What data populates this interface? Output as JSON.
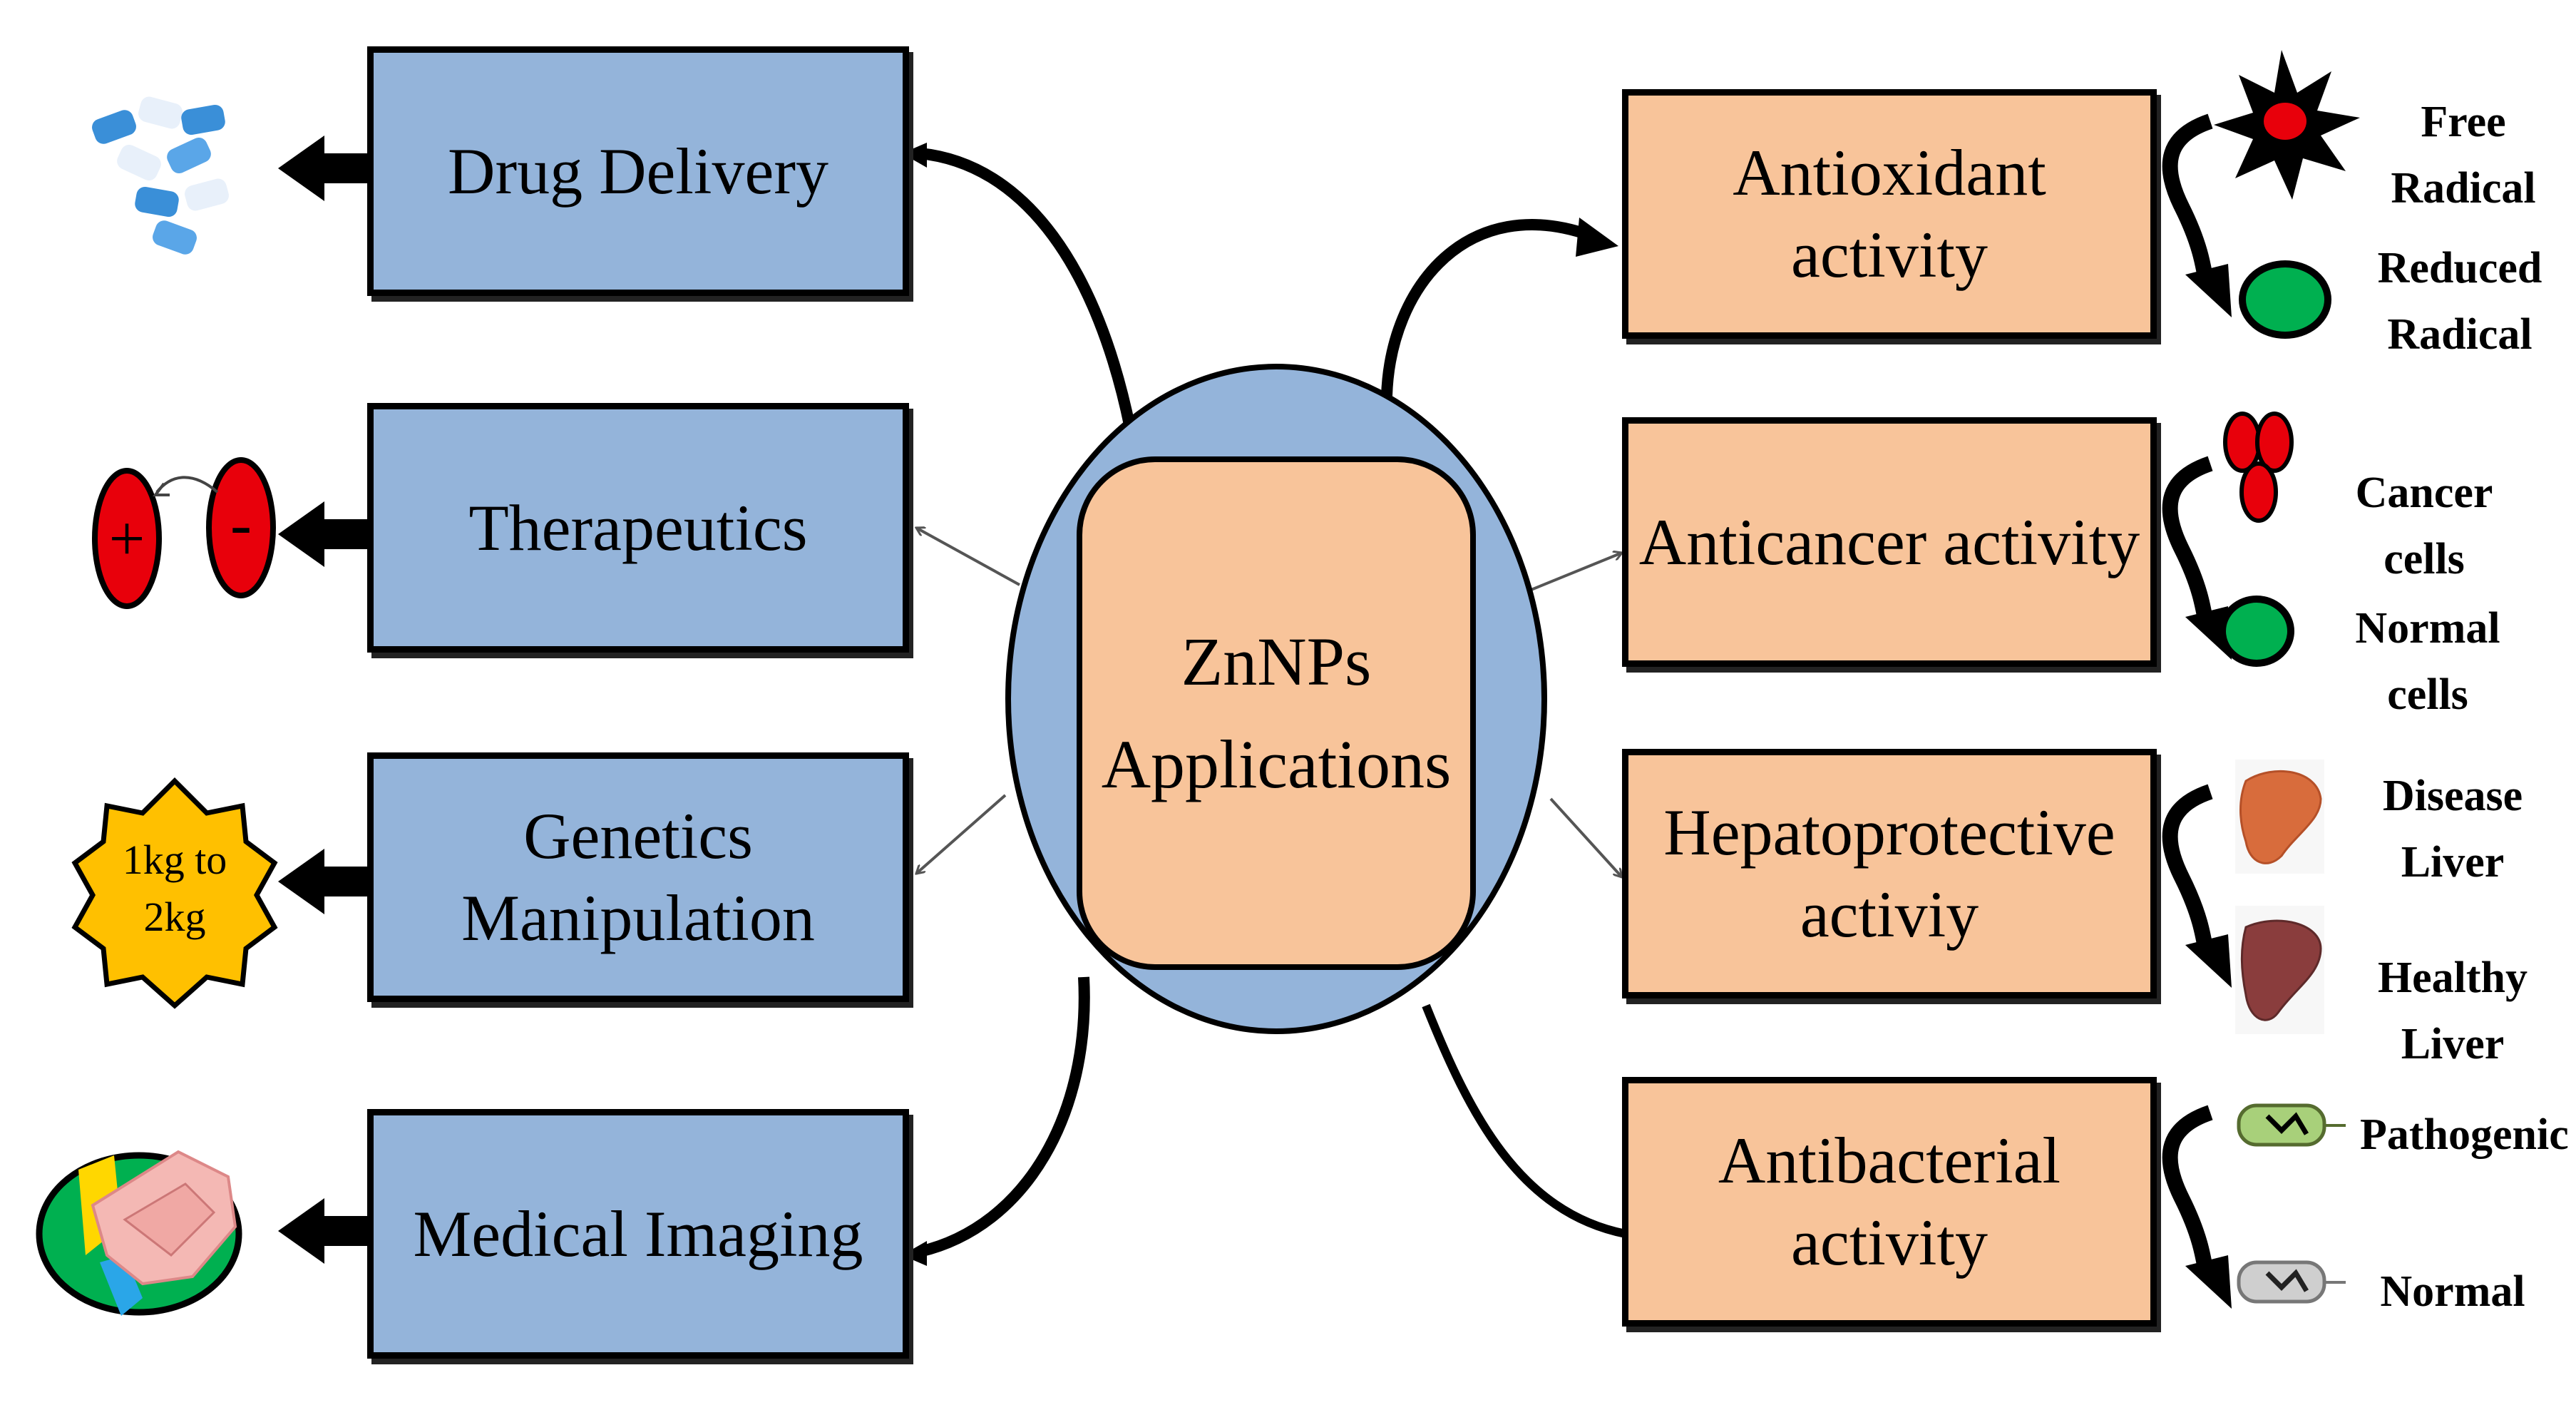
{
  "center": {
    "line1": "ZnNPs",
    "line2": "Applications"
  },
  "left_boxes": [
    {
      "label": "Drug Delivery"
    },
    {
      "label": "Therapeutics"
    },
    {
      "label": "Genetics Manipulation"
    },
    {
      "label": "Medical Imaging"
    }
  ],
  "right_boxes": [
    {
      "label": "Antioxidant activity"
    },
    {
      "label": "Anticancer activity"
    },
    {
      "label_line1": "Hepatoprotective",
      "label_line2": "activiy"
    },
    {
      "label": "Antibacterial activity"
    }
  ],
  "right_labels": {
    "free_radical": "Free Radical",
    "reduced_radical_1": "Reduced",
    "reduced_radical_2": "Radical",
    "cancer_cells": "Cancer cells",
    "normal_cells": "Normal cells",
    "disease_liver": "Disease Liver",
    "healthy_liver": "Healthy Liver",
    "pathogenic": "Pathogenic",
    "normal": "Normal"
  },
  "left_icons": {
    "therapeutics_plus": "+",
    "therapeutics_minus": "-",
    "genetics_badge_line1": "1kg to",
    "genetics_badge_line2": "2kg"
  },
  "icons": [
    "pills-icon",
    "charge-icon",
    "badge-icon",
    "scan-icon",
    "free-radical-icon",
    "reduced-radical-icon",
    "cancer-cells-icon",
    "normal-cells-icon",
    "disease-liver-icon",
    "healthy-liver-icon",
    "pathogenic-bacteria-icon",
    "normal-bacteria-icon"
  ],
  "colors": {
    "blue": "#94b4da",
    "peach": "#f8c49a",
    "red": "#e8000b",
    "green": "#00b050",
    "gold": "#ffc000"
  }
}
